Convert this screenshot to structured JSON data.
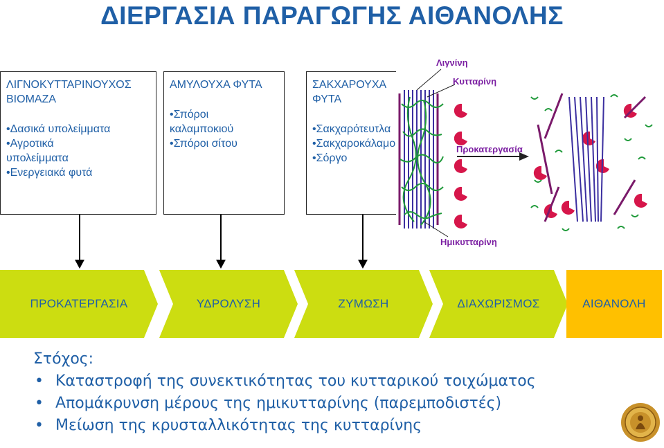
{
  "title": "ΔΙΕΡΓΑΣΙΑ ΠΑΡΑΓΩΓΗΣ ΑΙΘΑΝΟΛΗΣ",
  "feedstocks": [
    {
      "header": "ΛΙΓΝΟΚΥΤΤΑΡΙΝΟΥΧΟΣ ΒΙΟΜΑΖΑ",
      "items": [
        "•Δασικά υπολείμματα",
        "•Αγροτικά",
        "υπολείμματα",
        "•Ενεργειακά φυτά"
      ]
    },
    {
      "header": "ΑΜΥΛΟΥΧΑ ΦΥΤΑ",
      "items": [
        "•Σπόροι",
        "καλαμποκιού",
        "•Σπόροι σίτου"
      ]
    },
    {
      "header": "ΣΑΚΧΑΡΟΥΧΑ ΦΥΤΑ",
      "items": [
        "•Σακχαρότευτλα",
        "•Σακχαροκάλαμο",
        "•Σόργο"
      ]
    }
  ],
  "diagram_labels": {
    "lignin": "Λιγνίνη",
    "cellulose": "Κυτταρίνη",
    "pretreatment": "Προκατεργασία",
    "hemicellulose": "Ημικυτταρίνη"
  },
  "process_steps": [
    "ΠΡΟΚΑΤΕΡΓΑΣΙΑ",
    "ΥΔΡΟΛΥΣΗ",
    "ΖΥΜΩΣΗ",
    "ΔΙΑΧΩΡΙΣΜΟΣ",
    "ΑΙΘΑΝΟΛΗ"
  ],
  "colors": {
    "step": "#ccdd11",
    "final_step": "#ffc000",
    "text": "#1f5fa6"
  },
  "goal": {
    "title": "Στόχος:",
    "items": [
      "Καταστροφή της συνεκτικότητας του κυτταρικού τοιχώματος",
      "Απομάκρυνση μέρους της ημικυτταρίνης (παρεμποδιστές)",
      "Μείωση της κρυσταλλικότητας της κυτταρίνης"
    ]
  }
}
